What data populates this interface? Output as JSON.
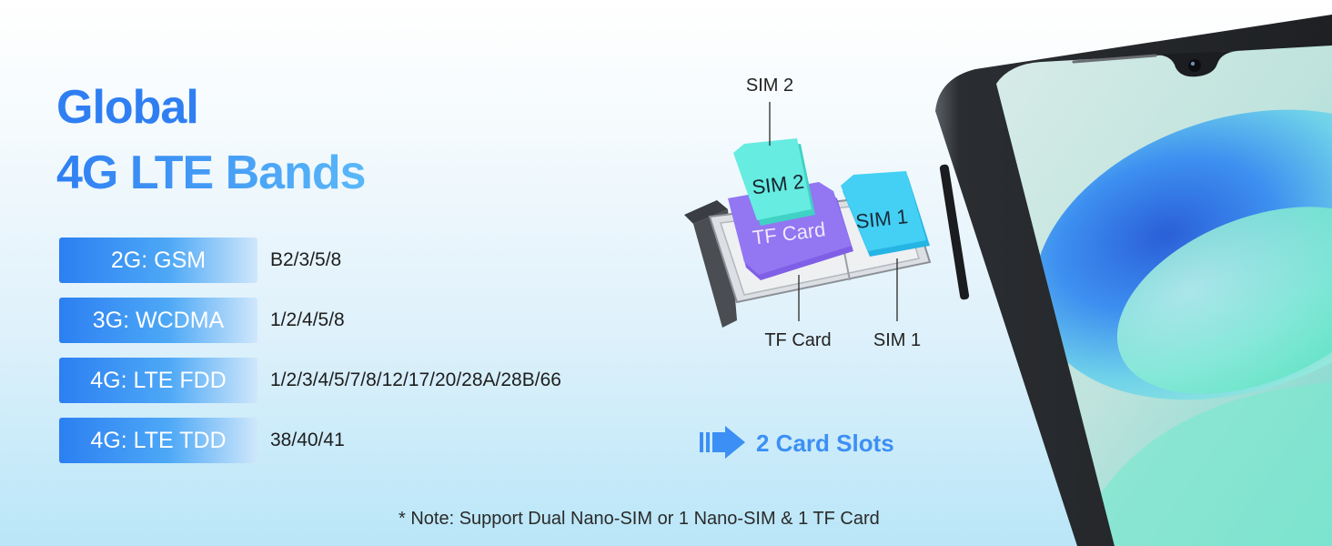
{
  "title": {
    "line1": "Global",
    "line2": "4G LTE Bands"
  },
  "bands": [
    {
      "label": "2G: GSM",
      "value": "B2/3/5/8"
    },
    {
      "label": "3G: WCDMA",
      "value": "1/2/4/5/8"
    },
    {
      "label": "4G: LTE FDD",
      "value": "1/2/3/4/5/7/8/12/17/20/28A/28B/66"
    },
    {
      "label": "4G: LTE TDD",
      "value": "38/40/41"
    }
  ],
  "tray": {
    "sim2_callout": "SIM 2",
    "sim2_card": "SIM 2",
    "tf_card": "TF Card",
    "sim1_card": "SIM 1",
    "tf_callout": "TF Card",
    "sim1_callout": "SIM 1"
  },
  "slots": {
    "icon": "double-chevron-arrow-icon",
    "label": "2 Card Slots"
  },
  "note": "* Note: Support Dual Nano-SIM or 1 Nano-SIM & 1 TF Card",
  "colors": {
    "accent_blue": "#2f7ff3",
    "sim2_card": "#5ee3d6",
    "tf_card": "#8b6af0",
    "sim1_card": "#35c8ee"
  }
}
